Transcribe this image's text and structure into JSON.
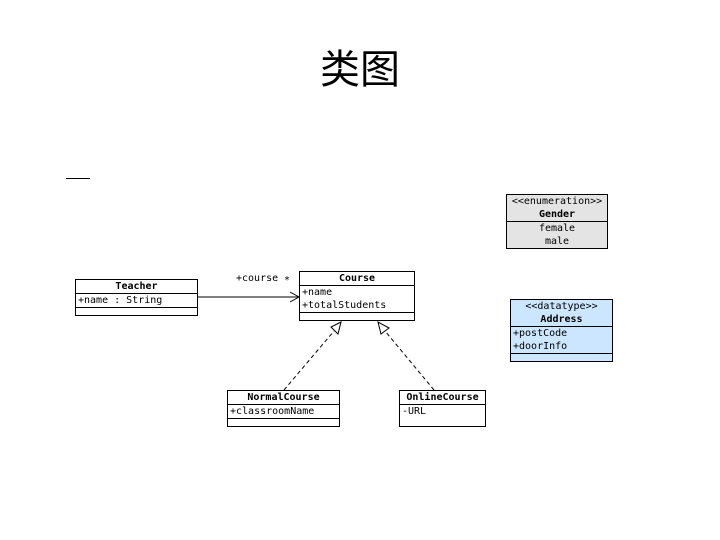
{
  "title": "类图",
  "classes": {
    "teacher": {
      "name": "Teacher",
      "attributes": [
        "+name : String"
      ]
    },
    "course": {
      "name": "Course",
      "attributes": [
        "+name",
        "+totalStudents"
      ]
    },
    "normal_course": {
      "name": "NormalCourse",
      "attributes": [
        "+classroomName"
      ]
    },
    "online_course": {
      "name": "OnlineCourse",
      "attributes": [
        "-URL"
      ]
    },
    "gender": {
      "stereotype": "<<enumeration>>",
      "name": "Gender",
      "literals": [
        "female",
        "male"
      ]
    },
    "address": {
      "stereotype": "<<datatype>>",
      "name": "Address",
      "attributes": [
        "+postCode",
        "+doorInfo"
      ]
    }
  },
  "association": {
    "role": "+course",
    "multiplicity": "*"
  },
  "colors": {
    "enumeration_fill": "#e4e4e4",
    "datatype_fill": "#cce6ff"
  }
}
